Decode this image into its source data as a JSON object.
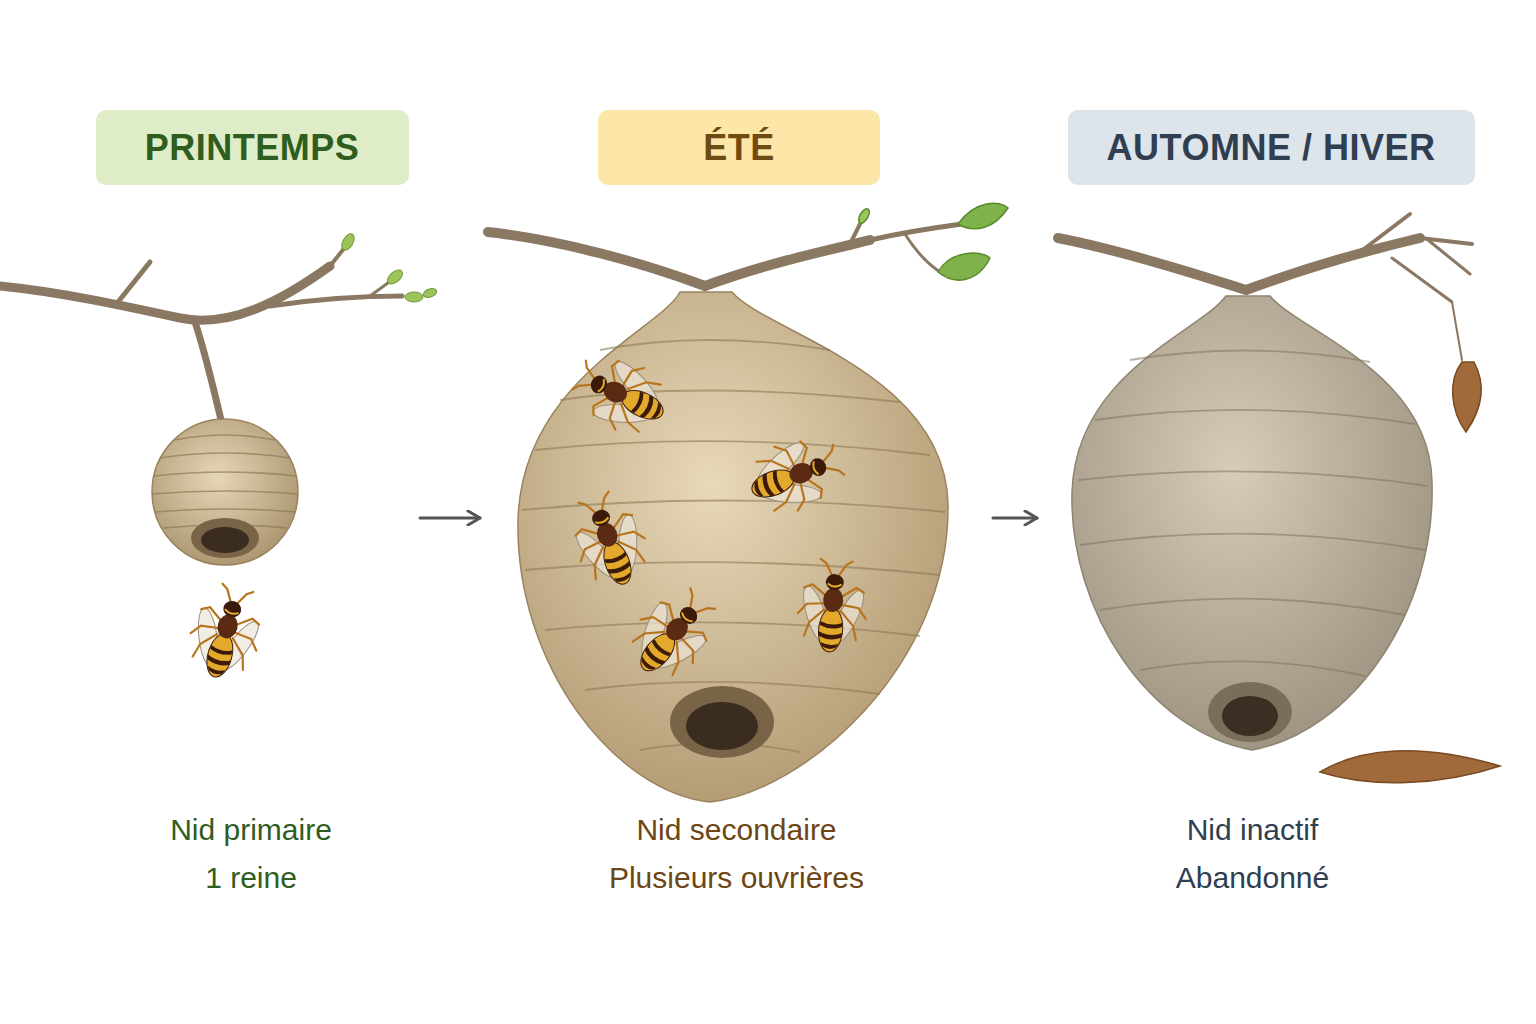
{
  "diagram": {
    "nodes": [
      {
        "text": [
          "PRINTEMPS"
        ]
      },
      {
        "text": [
          "ÉTÉ"
        ]
      },
      {
        "text": [
          "AUTOMNE / HIVER"
        ]
      },
      {
        "text": [
          "Nid primaire",
          "1 reine"
        ]
      },
      {
        "text": [
          "Nid secondaire",
          "Plusieurs ouvrières"
        ]
      },
      {
        "text": [
          "Nid inactif",
          "Abandonné"
        ]
      }
    ],
    "edges": [
      {
        "from": 3,
        "to": 4,
        "arrow": "to"
      },
      {
        "from": 4,
        "to": 5,
        "arrow": "to"
      }
    ]
  }
}
